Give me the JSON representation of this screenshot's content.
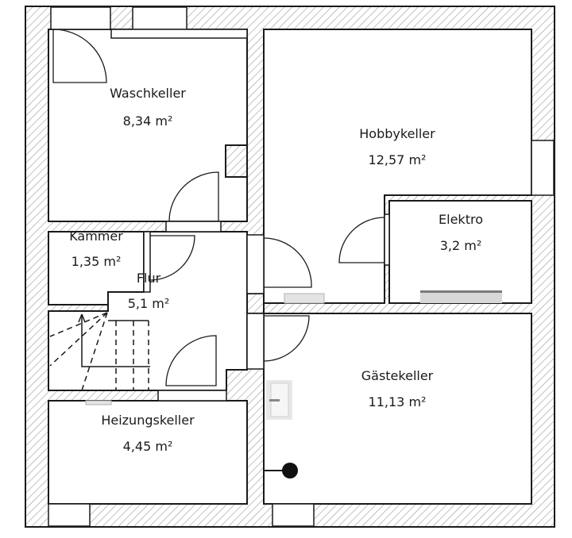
{
  "plan": {
    "type": "basement floor plan",
    "colors": {
      "wall_line": "#1a1a1a",
      "hatch": "#9a9a9a",
      "background": "#ffffff",
      "appliance": "#d8d8d8"
    },
    "rooms": [
      {
        "id": "waschkeller",
        "name": "Waschkeller",
        "area": "8,34 m²"
      },
      {
        "id": "hobbykeller",
        "name": "Hobbykeller",
        "area": "12,57 m²"
      },
      {
        "id": "elektro",
        "name": "Elektro",
        "area": "3,2 m²"
      },
      {
        "id": "kammer",
        "name": "Kammer",
        "area": "1,35 m²"
      },
      {
        "id": "flur",
        "name": "Flur",
        "area": "5,1 m²"
      },
      {
        "id": "gaestekeller",
        "name": "Gästekeller",
        "area": "11,13 m²"
      },
      {
        "id": "heizungskeller",
        "name": "Heizungskeller",
        "area": "4,45 m²"
      }
    ],
    "symbols": [
      "door-swing",
      "staircase",
      "radiator",
      "sink",
      "lamp-outlet",
      "window"
    ]
  }
}
